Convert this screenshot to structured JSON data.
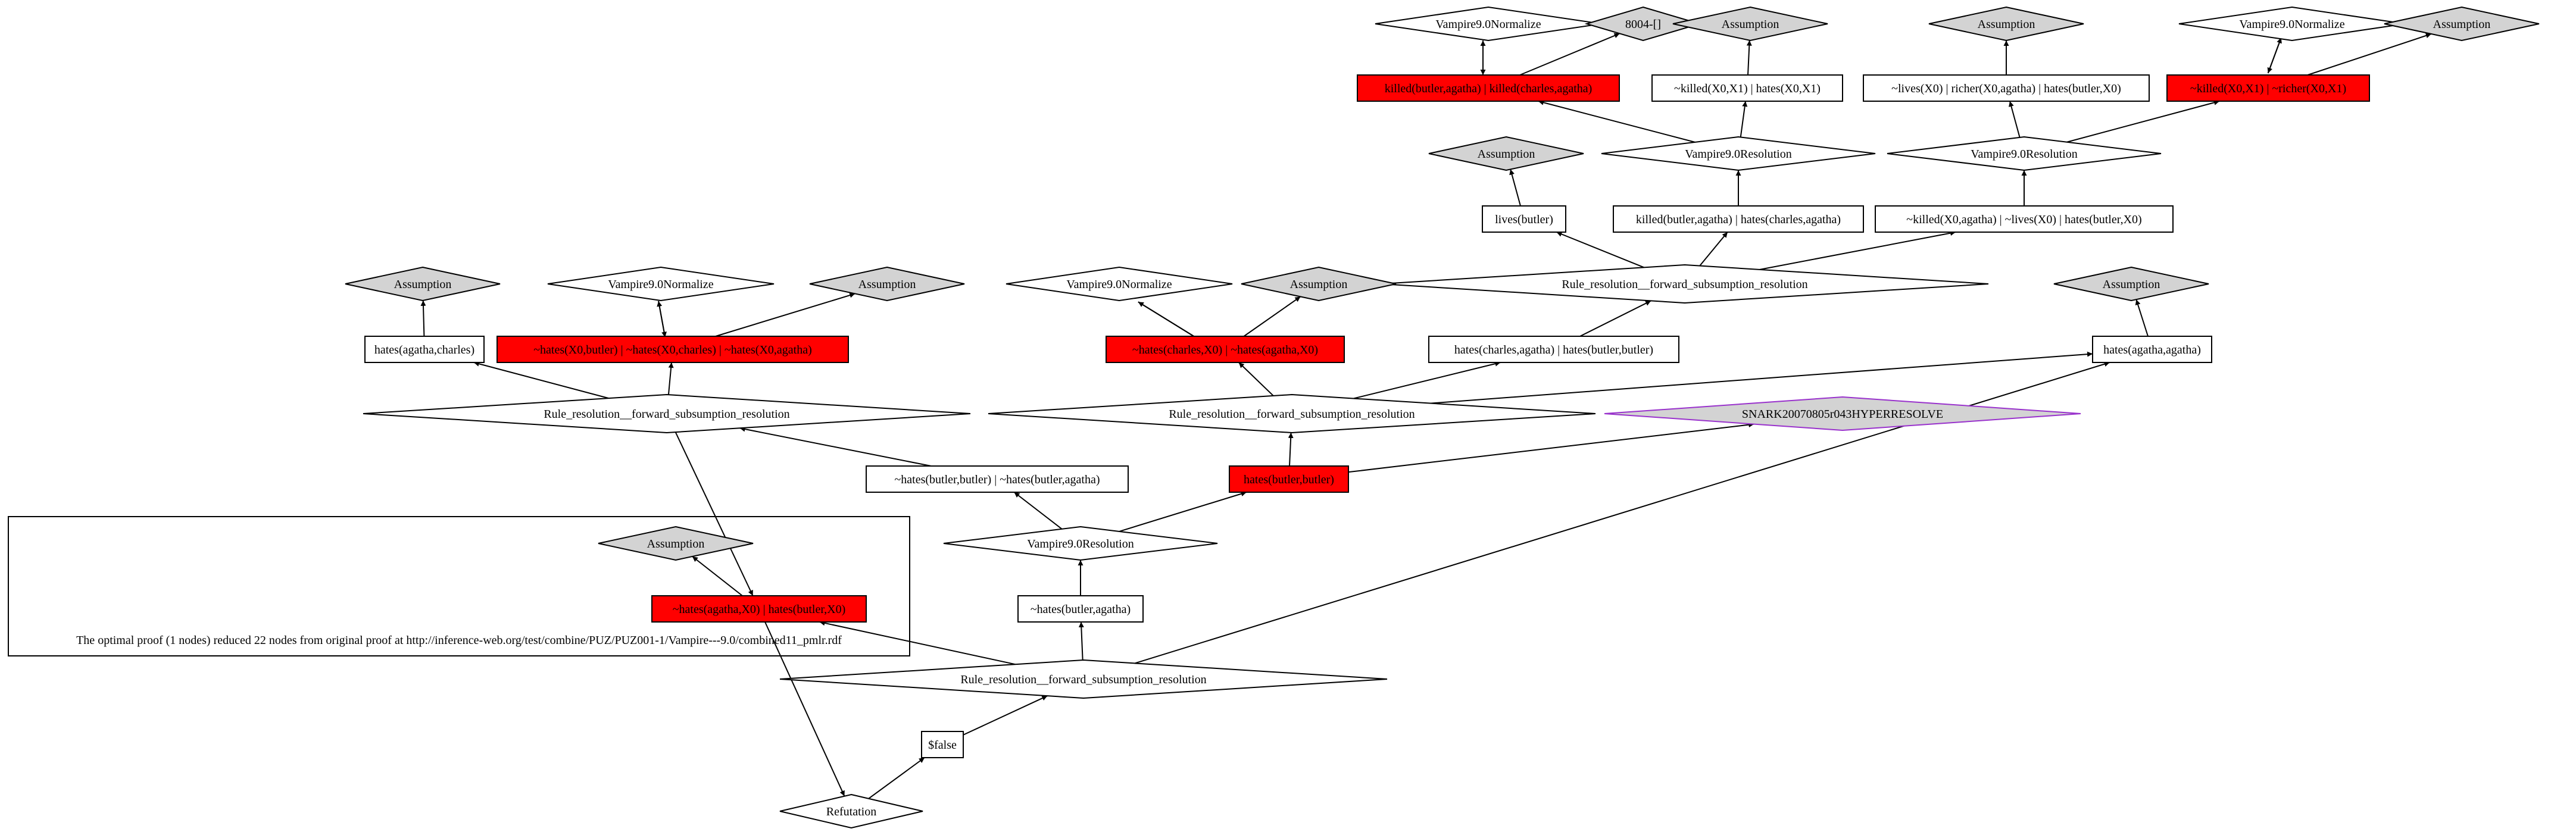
{
  "colors": {
    "derived_node_fill": "#ff0000",
    "plain_node_fill": "#ffffff",
    "assumption_fill": "#d3d3d3",
    "snark_fill": "#d3d3d3",
    "snark_stroke": "#9932cc",
    "line": "#000000"
  },
  "cluster": {
    "caption": "The optimal proof (1 nodes) reduced 22 nodes from original proof at http://inference-web.org/test/combine/PUZ/PUZ001-1/Vampire---9.0/combined11_pmlr.rdf"
  },
  "nodes": [
    {
      "id": "n_norm_top1",
      "shape": "diamond",
      "style": "plain",
      "label": "Vampire9.0Normalize"
    },
    {
      "id": "n_8004",
      "shape": "diamond",
      "style": "assumption",
      "label": "8004-[]"
    },
    {
      "id": "n_assump_t1",
      "shape": "diamond",
      "style": "assumption",
      "label": "Assumption"
    },
    {
      "id": "n_assump_t2",
      "shape": "diamond",
      "style": "assumption",
      "label": "Assumption"
    },
    {
      "id": "n_norm_top2",
      "shape": "diamond",
      "style": "plain",
      "label": "Vampire9.0Normalize"
    },
    {
      "id": "n_assump_t3",
      "shape": "diamond",
      "style": "assumption",
      "label": "Assumption"
    },
    {
      "id": "n_killed_killed",
      "shape": "box",
      "style": "derived",
      "label": "killed(butler,agatha)  | killed(charles,agatha)"
    },
    {
      "id": "n_notkilled_hates",
      "shape": "box",
      "style": "plain",
      "label": "~killed(X0,X1)  | hates(X0,X1)"
    },
    {
      "id": "n_lives_richer",
      "shape": "box",
      "style": "plain",
      "label": "~lives(X0)  | richer(X0,agatha)  | hates(butler,X0)"
    },
    {
      "id": "n_notkilled_notricher",
      "shape": "box",
      "style": "derived",
      "label": "~killed(X0,X1)  | ~richer(X0,X1)"
    },
    {
      "id": "n_assump_m1",
      "shape": "diamond",
      "style": "assumption",
      "label": "Assumption"
    },
    {
      "id": "n_res1",
      "shape": "diamond",
      "style": "plain",
      "label": "Vampire9.0Resolution"
    },
    {
      "id": "n_res2",
      "shape": "diamond",
      "style": "plain",
      "label": "Vampire9.0Resolution"
    },
    {
      "id": "n_lives_butler",
      "shape": "box",
      "style": "plain",
      "label": "lives(butler)"
    },
    {
      "id": "n_killed_hates",
      "shape": "box",
      "style": "plain",
      "label": "killed(butler,agatha)  | hates(charles,agatha)"
    },
    {
      "id": "n_killed_lives_hates",
      "shape": "box",
      "style": "plain",
      "label": "~killed(X0,agatha)  | ~lives(X0)  | hates(butler,X0)"
    },
    {
      "id": "n_rule_top",
      "shape": "diamond",
      "style": "plain",
      "label": "Rule_resolution__forward_subsumption_resolution"
    },
    {
      "id": "n_assump_l1",
      "shape": "diamond",
      "style": "assumption",
      "label": "Assumption"
    },
    {
      "id": "n_norm_l",
      "shape": "diamond",
      "style": "plain",
      "label": "Vampire9.0Normalize"
    },
    {
      "id": "n_assump_l2",
      "shape": "diamond",
      "style": "assumption",
      "label": "Assumption"
    },
    {
      "id": "n_norm_m",
      "shape": "diamond",
      "style": "plain",
      "label": "Vampire9.0Normalize"
    },
    {
      "id": "n_assump_m2",
      "shape": "diamond",
      "style": "assumption",
      "label": "Assumption"
    },
    {
      "id": "n_assump_r",
      "shape": "diamond",
      "style": "assumption",
      "label": "Assumption"
    },
    {
      "id": "n_hates_agatha_charles",
      "shape": "box",
      "style": "plain",
      "label": "hates(agatha,charles)"
    },
    {
      "id": "n_hates_x0_butler",
      "shape": "box",
      "style": "derived",
      "label": "~hates(X0,butler)  | ~hates(X0,charles)  | ~hates(X0,agatha)"
    },
    {
      "id": "n_hates_charles_x0",
      "shape": "box",
      "style": "derived",
      "label": "~hates(charles,X0)  | ~hates(agatha,X0)"
    },
    {
      "id": "n_hates_charles_agatha_bb",
      "shape": "box",
      "style": "plain",
      "label": "hates(charles,agatha)  | hates(butler,butler)"
    },
    {
      "id": "n_hates_agatha_agatha",
      "shape": "box",
      "style": "plain",
      "label": "hates(agatha,agatha)"
    },
    {
      "id": "n_rule_l",
      "shape": "diamond",
      "style": "plain",
      "label": "Rule_resolution__forward_subsumption_resolution"
    },
    {
      "id": "n_rule_m",
      "shape": "diamond",
      "style": "plain",
      "label": "Rule_resolution__forward_subsumption_resolution"
    },
    {
      "id": "n_snark",
      "shape": "diamond",
      "style": "snark",
      "label": "SNARK20070805r043HYPERRESOLVE"
    },
    {
      "id": "n_not_bb_ba",
      "shape": "box",
      "style": "plain",
      "label": "~hates(butler,butler)  | ~hates(butler,agatha)"
    },
    {
      "id": "n_hates_bb",
      "shape": "box",
      "style": "derived",
      "label": "hates(butler,butler)"
    },
    {
      "id": "n_assump_c",
      "shape": "diamond",
      "style": "assumption",
      "label": "Assumption"
    },
    {
      "id": "n_res3",
      "shape": "diamond",
      "style": "plain",
      "label": "Vampire9.0Resolution"
    },
    {
      "id": "n_not_agatha_x0",
      "shape": "box",
      "style": "derived",
      "label": "~hates(agatha,X0)  | hates(butler,X0)"
    },
    {
      "id": "n_not_ba",
      "shape": "box",
      "style": "plain",
      "label": "~hates(butler,agatha)"
    },
    {
      "id": "n_rule_bottom",
      "shape": "diamond",
      "style": "plain",
      "label": "Rule_resolution__forward_subsumption_resolution"
    },
    {
      "id": "n_false",
      "shape": "box",
      "style": "plain",
      "label": "$false"
    },
    {
      "id": "n_refutation",
      "shape": "diamond",
      "style": "plain",
      "label": "Refutation"
    }
  ],
  "edges": [
    {
      "from": "n_killed_killed",
      "to": "n_norm_top1"
    },
    {
      "from": "n_norm_top1",
      "to": "n_killed_killed"
    },
    {
      "from": "n_killed_killed",
      "to": "n_8004"
    },
    {
      "from": "n_notkilled_hates",
      "to": "n_assump_t1"
    },
    {
      "from": "n_lives_richer",
      "to": "n_assump_t2"
    },
    {
      "from": "n_notkilled_notricher",
      "to": "n_norm_top2"
    },
    {
      "from": "n_norm_top2",
      "to": "n_notkilled_notricher"
    },
    {
      "from": "n_notkilled_notricher",
      "to": "n_assump_t3"
    },
    {
      "from": "n_res1",
      "to": "n_killed_killed"
    },
    {
      "from": "n_res1",
      "to": "n_notkilled_hates"
    },
    {
      "from": "n_res2",
      "to": "n_lives_richer"
    },
    {
      "from": "n_res2",
      "to": "n_notkilled_notricher"
    },
    {
      "from": "n_lives_butler",
      "to": "n_assump_m1"
    },
    {
      "from": "n_killed_hates",
      "to": "n_res1"
    },
    {
      "from": "n_killed_lives_hates",
      "to": "n_res2"
    },
    {
      "from": "n_rule_top",
      "to": "n_lives_butler"
    },
    {
      "from": "n_rule_top",
      "to": "n_killed_hates"
    },
    {
      "from": "n_rule_top",
      "to": "n_killed_lives_hates"
    },
    {
      "from": "n_hates_agatha_charles",
      "to": "n_assump_l1"
    },
    {
      "from": "n_hates_x0_butler",
      "to": "n_norm_l"
    },
    {
      "from": "n_norm_l",
      "to": "n_hates_x0_butler"
    },
    {
      "from": "n_hates_x0_butler",
      "to": "n_assump_l2"
    },
    {
      "from": "n_hates_charles_x0",
      "to": "n_norm_m"
    },
    {
      "from": "n_norm_m",
      "to": "n_hates_charles_x0"
    },
    {
      "from": "n_hates_charles_x0",
      "to": "n_assump_m2"
    },
    {
      "from": "n_hates_charles_agatha_bb",
      "to": "n_rule_top"
    },
    {
      "from": "n_hates_agatha_agatha",
      "to": "n_assump_r"
    },
    {
      "from": "n_rule_l",
      "to": "n_hates_agatha_charles"
    },
    {
      "from": "n_rule_l",
      "to": "n_hates_x0_butler"
    },
    {
      "from": "n_rule_m",
      "to": "n_hates_charles_x0"
    },
    {
      "from": "n_rule_m",
      "to": "n_hates_charles_agatha_bb"
    },
    {
      "from": "n_rule_m",
      "to": "n_hates_agatha_agatha"
    },
    {
      "from": "n_not_bb_ba",
      "to": "n_rule_l"
    },
    {
      "from": "n_hates_bb",
      "to": "n_rule_m"
    },
    {
      "from": "n_hates_bb",
      "to": "n_snark"
    },
    {
      "from": "n_res3",
      "to": "n_not_bb_ba"
    },
    {
      "from": "n_res3",
      "to": "n_hates_bb"
    },
    {
      "from": "n_not_agatha_x0",
      "to": "n_assump_c"
    },
    {
      "from": "n_rule_l",
      "to": "n_not_agatha_x0"
    },
    {
      "from": "n_not_ba",
      "to": "n_res3"
    },
    {
      "from": "n_rule_bottom",
      "to": "n_not_ba"
    },
    {
      "from": "n_rule_bottom",
      "to": "n_not_agatha_x0"
    },
    {
      "from": "n_rule_bottom",
      "to": "n_hates_agatha_agatha"
    },
    {
      "from": "n_false",
      "to": "n_rule_bottom"
    },
    {
      "from": "n_refutation",
      "to": "n_false"
    },
    {
      "from": "n_not_agatha_x0",
      "to": "n_refutation"
    }
  ]
}
